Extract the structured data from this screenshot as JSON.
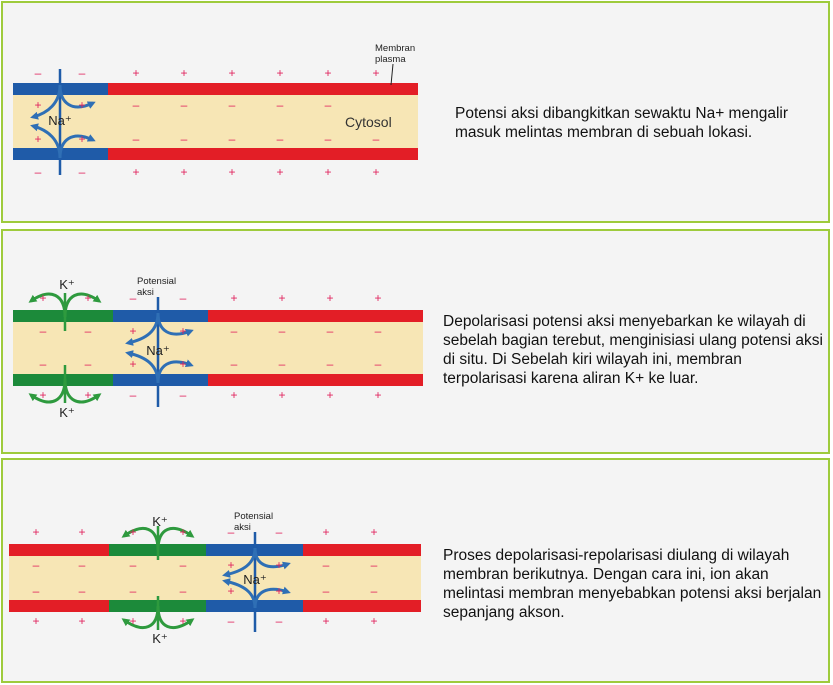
{
  "panel1": {
    "caption": "Potensi aksi dibangkitkan sewaktu Na+ mengalir masuk melintas membran di sebuah lokasi.",
    "label_membrane_line1": "Membran",
    "label_membrane_line2": "plasma",
    "label_cytosol": "Cytosol",
    "ion": "Na⁺"
  },
  "panel2": {
    "caption": "Depolarisasi potensi aksi menyebarkan ke wilayah di sebelah bagian terebut, menginisiasi ulang potensi aksi di situ. Di Sebelah kiri wilayah ini, membran terpolarisasi karena aliran K+ ke luar.",
    "label_ap_line1": "Potensial",
    "label_ap_line2": "aksi",
    "ion_na": "Na⁺",
    "ion_k_top": "K⁺",
    "ion_k_bottom": "K⁺"
  },
  "panel3": {
    "caption": "Proses depolarisasi-repolarisasi diulang di wilayah membran berikutnya. Dengan cara ini, ion akan melintasi membran menyebabkan potensi aksi berjalan sepanjang akson.",
    "label_ap_line1": "Potensial",
    "label_ap_line2": "aksi",
    "ion_na": "Na⁺",
    "ion_k_top": "K⁺",
    "ion_k_bottom": "K⁺"
  },
  "signs": {
    "plus": "+",
    "minus": "–"
  },
  "colors": {
    "panel_border": "#9ecb3c",
    "cytosol": "#f7e6b5",
    "resting_membrane": "#e31e26",
    "depolarized_membrane": "#1f5ba8",
    "repolarizing_membrane": "#1c8a3a",
    "na_arrow": "#2f6fb5",
    "k_arrow": "#2e9a3e",
    "charge_sign": "#e0245e"
  },
  "icons": [
    "na-influx-arrows-icon",
    "k-efflux-arrows-icon"
  ]
}
